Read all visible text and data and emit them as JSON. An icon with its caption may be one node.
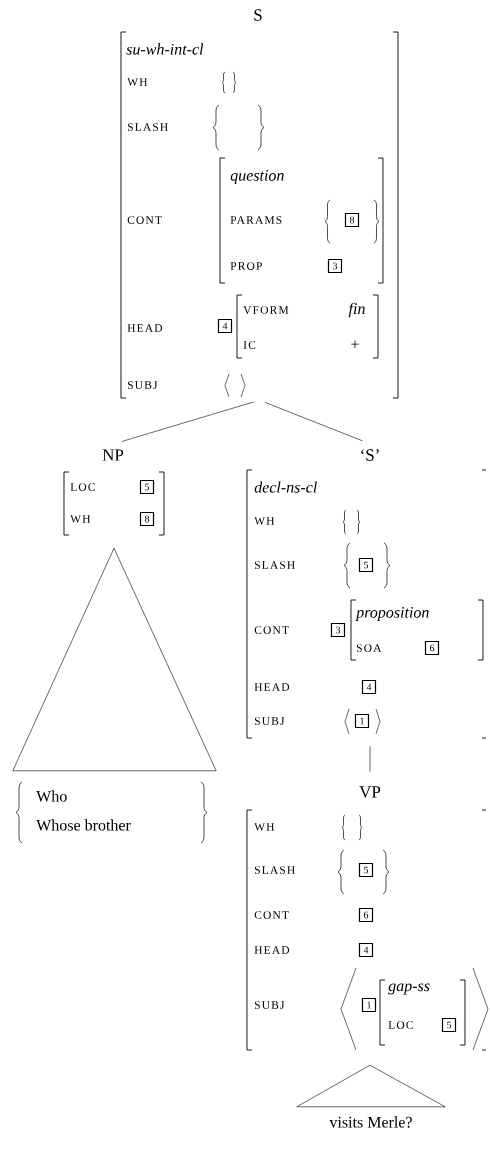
{
  "diagram": {
    "nodes": [
      {
        "text": [
          "S",
          "su-wh-int-cl",
          "WH",
          "SLASH",
          "CONT",
          "question",
          "PARAMS",
          "8",
          "PROP",
          "3",
          "HEAD",
          "4",
          "VFORM",
          "fin",
          "IC",
          "+",
          "SUBJ"
        ]
      },
      {
        "text": [
          "NP",
          "LOC",
          "5",
          "WH",
          "8"
        ]
      },
      {
        "text": [
          "‘S’",
          "decl-ns-cl",
          "WH",
          "SLASH",
          "5",
          "CONT",
          "3",
          "proposition",
          "SOA",
          "6",
          "HEAD",
          "4",
          "SUBJ",
          "1"
        ]
      },
      {
        "text": [
          "Who",
          "Whose brother"
        ]
      },
      {
        "text": [
          "VP",
          "WH",
          "SLASH",
          "5",
          "CONT",
          "6",
          "HEAD",
          "4",
          "SUBJ",
          "1",
          "gap-ss",
          "LOC",
          "5"
        ]
      },
      {
        "text": [
          "visits Merle?"
        ]
      }
    ],
    "edges": [
      {
        "from": 0,
        "to": 1,
        "arrow": "none"
      },
      {
        "from": 0,
        "to": 2,
        "arrow": "none"
      },
      {
        "from": 1,
        "to": 3,
        "arrow": "none"
      },
      {
        "from": 2,
        "to": 4,
        "arrow": "none"
      },
      {
        "from": 4,
        "to": 5,
        "arrow": "none"
      }
    ]
  }
}
